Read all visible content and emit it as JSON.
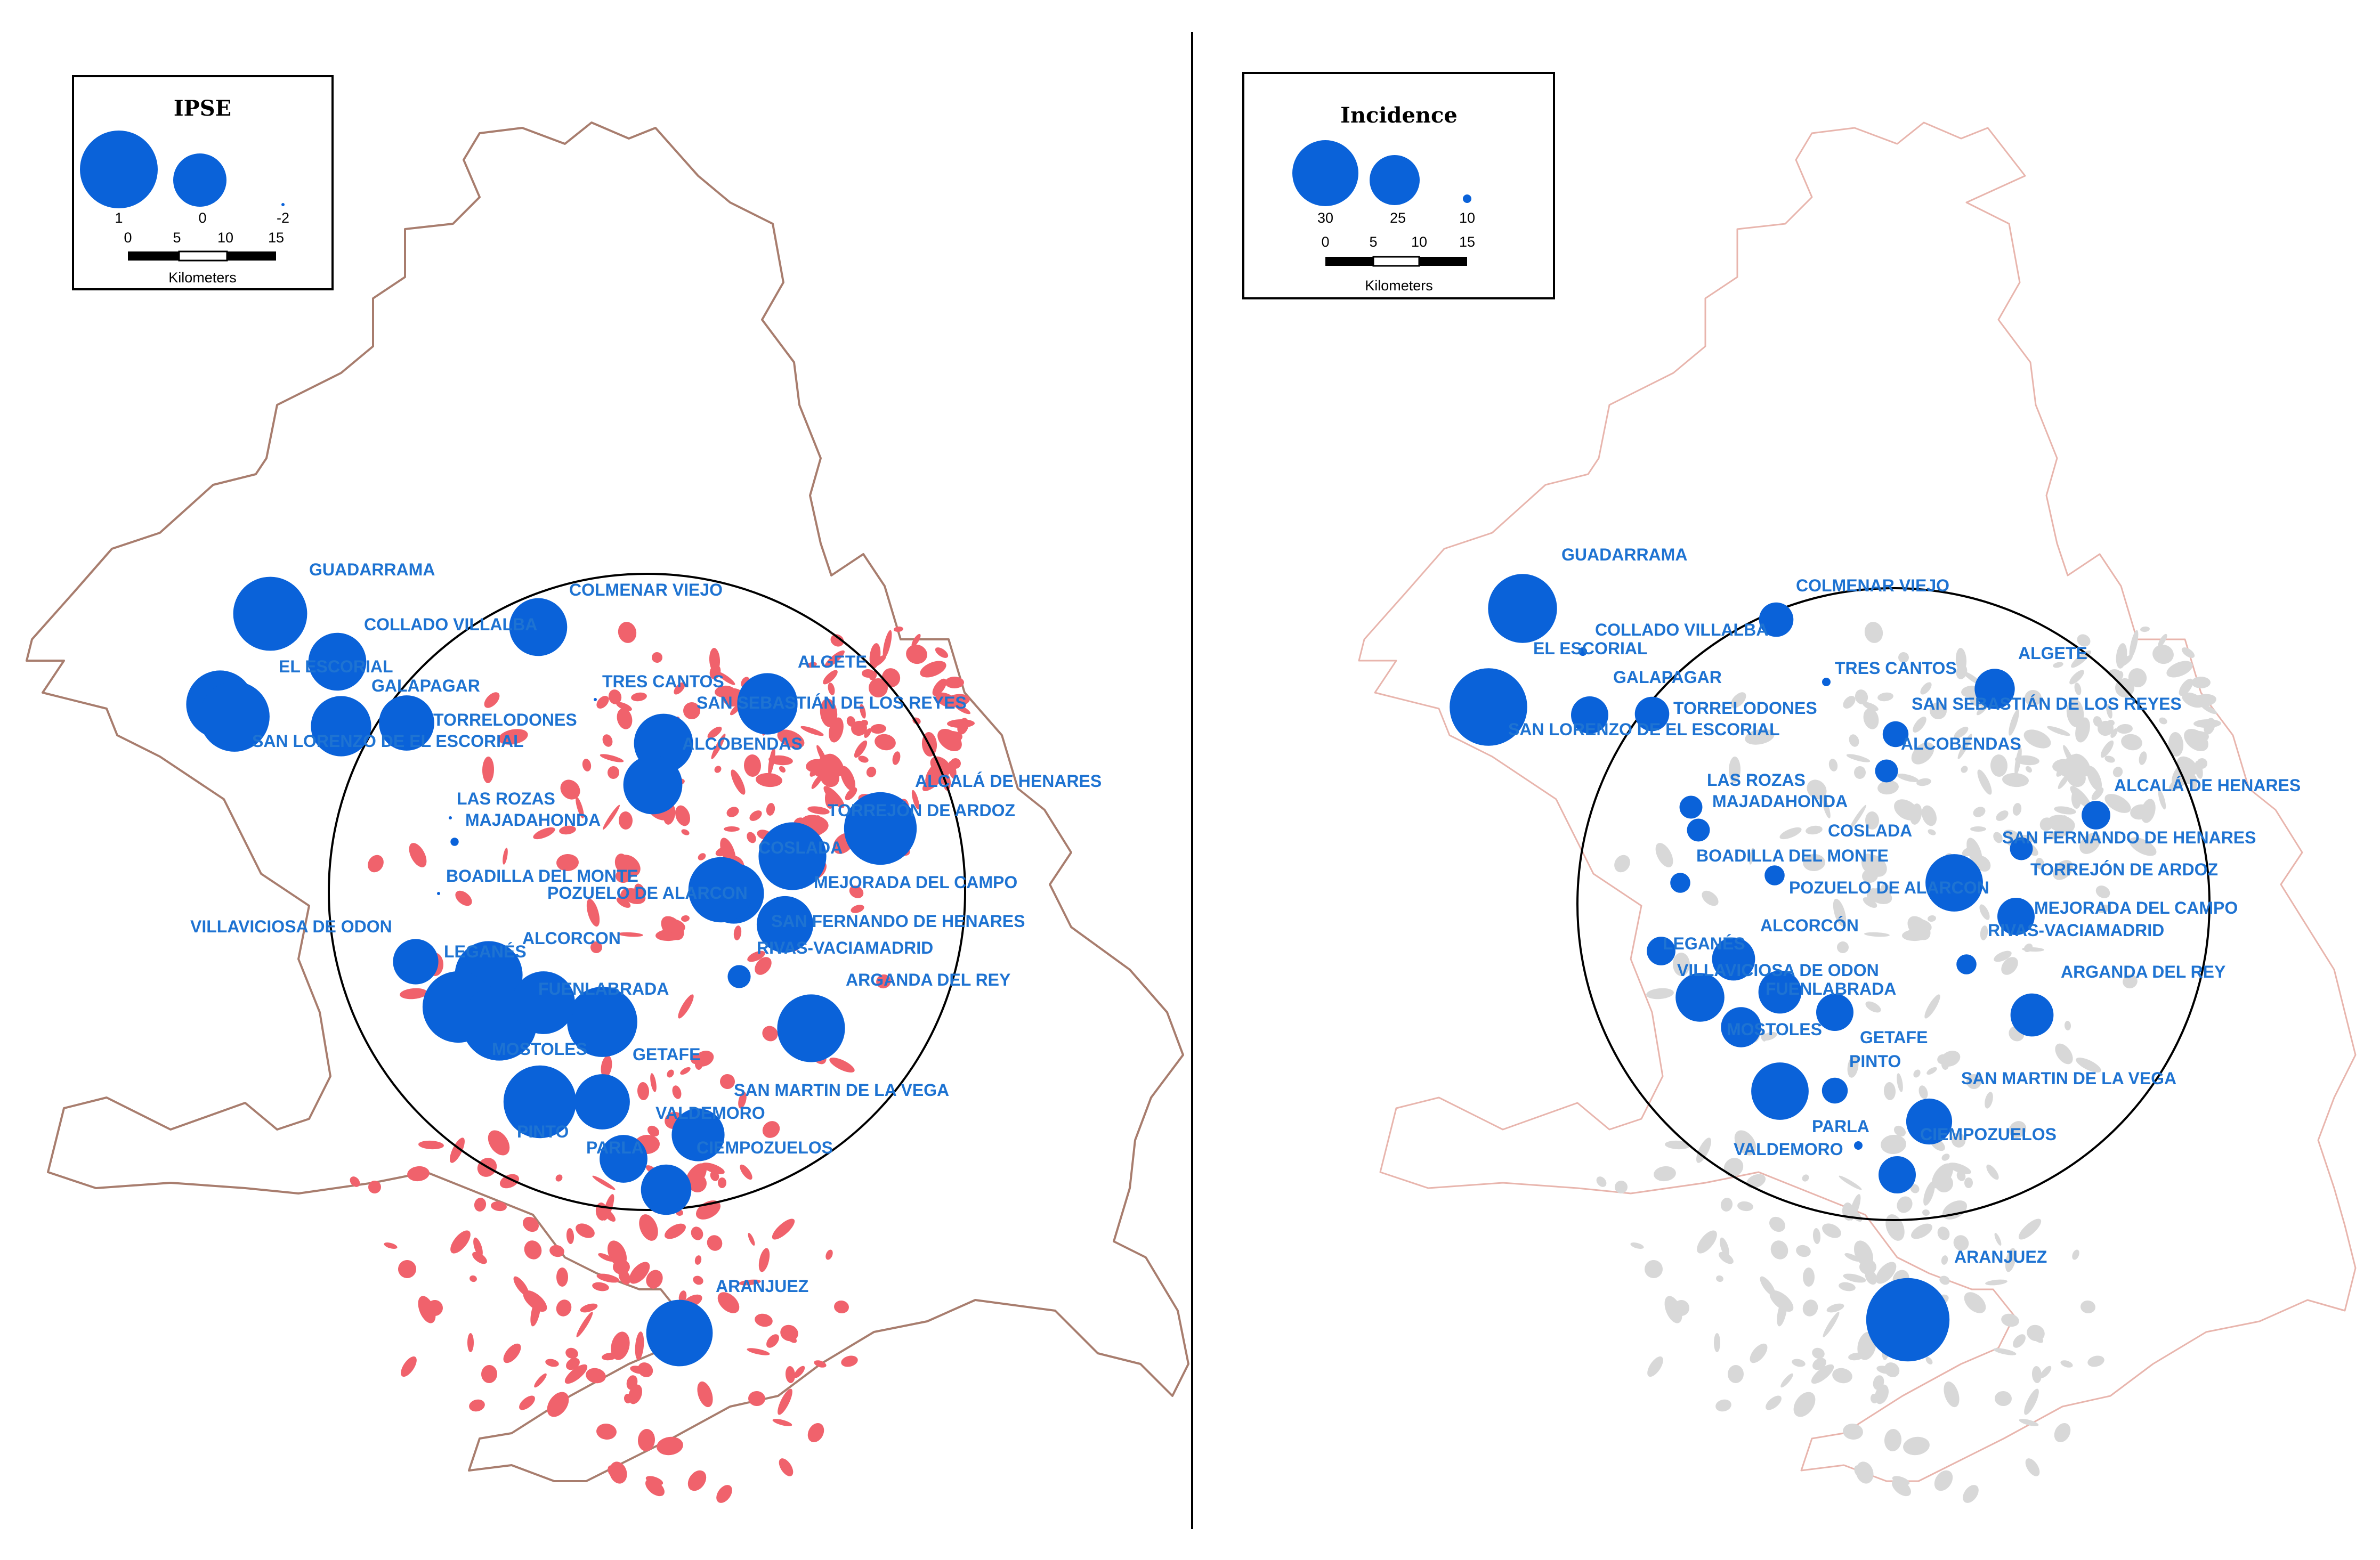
{
  "maps": [
    {
      "id": "ipse",
      "legend": {
        "title": "IPSE",
        "bubble_values": [
          "1",
          "0",
          "-2"
        ],
        "bubble_sizes": [
          1,
          0,
          -2
        ],
        "scale_ticks": [
          "0",
          "5",
          "10",
          "15"
        ],
        "scale_unit": "Kilometers"
      },
      "municipalities": [
        {
          "name": "GUADARRAMA",
          "value": 0.85
        },
        {
          "name": "COLLADO VILLALBA",
          "value": 0.2
        },
        {
          "name": "EL ESCORIAL",
          "value": 0.6
        },
        {
          "name": "GALAPAGAR",
          "value": 0.3
        },
        {
          "name": "SAN LORENZO DE EL ESCORIAL",
          "value": 0.7
        },
        {
          "name": "TORRELODONES",
          "value": 0.1
        },
        {
          "name": "COLMENAR VIEJO",
          "value": 0.2
        },
        {
          "name": "TRES CANTOS",
          "value": -2
        },
        {
          "name": "ALGETE",
          "value": 0.3
        },
        {
          "name": "SAN SEBASTIÁN DE LOS REYES",
          "value": 0.3
        },
        {
          "name": "ALCOBENDAS",
          "value": 0.25
        },
        {
          "name": "ALCALÁ DE HENARES",
          "value": 0.8
        },
        {
          "name": "TORREJÓN DE ARDOZ",
          "value": 0.25
        },
        {
          "name": "LAS ROZAS",
          "value": -2
        },
        {
          "name": "MAJADAHONDA",
          "value": -1.8
        },
        {
          "name": "BOADILLA DEL MONTE",
          "value": -2
        },
        {
          "name": "COSLADA",
          "value": 0.6
        },
        {
          "name": "MEJORADA DEL CAMPO",
          "value": 0.3
        },
        {
          "name": "POZUELO DE ALARCON",
          "value": 0.5
        },
        {
          "name": "SAN FERNANDO DE HENARES",
          "value": 0.15
        },
        {
          "name": "VILLAVICIOSA DE ODON",
          "value": -0.3
        },
        {
          "name": "RIVAS-VACIAMADRID",
          "value": -1.2
        },
        {
          "name": "ALCORCON",
          "value": 0.6
        },
        {
          "name": "LEGANÉS",
          "value": 0.75
        },
        {
          "name": "FUENLABRADA",
          "value": 0.7
        },
        {
          "name": "ARGANDA DEL REY",
          "value": 0.6
        },
        {
          "name": "MOSTOLES",
          "value": 0.9
        },
        {
          "name": "GETAFE",
          "value": 0.4
        },
        {
          "name": "SAN MARTIN DE LA VEGA",
          "value": 0.0
        },
        {
          "name": "VALDEMORO",
          "value": 0.1
        },
        {
          "name": "PINTO",
          "value": 0.8
        },
        {
          "name": "PARLA",
          "value": -0.2
        },
        {
          "name": "CIEMPOZUELOS",
          "value": -0.1
        },
        {
          "name": "ARANJUEZ",
          "value": 0.55
        }
      ]
    },
    {
      "id": "incidence",
      "legend": {
        "title": "Incidence",
        "bubble_values": [
          "30",
          "25",
          "10"
        ],
        "bubble_sizes": [
          30,
          25,
          10
        ],
        "scale_ticks": [
          "0",
          "5",
          "10",
          "15"
        ],
        "scale_unit": "Kilometers"
      },
      "municipalities": [
        {
          "name": "GUADARRAMA",
          "value": 31
        },
        {
          "name": "COLLADO VILLALBA",
          "value": 10
        },
        {
          "name": "EL ESCORIAL",
          "value": 10
        },
        {
          "name": "GALAPAGAR",
          "value": 20
        },
        {
          "name": "SAN LORENZO DE EL ESCORIAL",
          "value": 34
        },
        {
          "name": "TORRELODONES",
          "value": 19
        },
        {
          "name": "COLMENAR VIEJO",
          "value": 19
        },
        {
          "name": "TRES CANTOS",
          "value": 10
        },
        {
          "name": "ALGETE",
          "value": 21
        },
        {
          "name": "SAN SEBASTIÁN DE LOS REYES",
          "value": 16
        },
        {
          "name": "ALCOBENDAS",
          "value": 15
        },
        {
          "name": "ALCALÁ DE HENARES",
          "value": 17
        },
        {
          "name": "LAS ROZAS",
          "value": 15
        },
        {
          "name": "MAJADAHONDA",
          "value": 15
        },
        {
          "name": "COSLADA",
          "value": 14
        },
        {
          "name": "SAN FERNANDO DE HENARES",
          "value": 15
        },
        {
          "name": "BOADILLA DEL MONTE",
          "value": 14
        },
        {
          "name": "TORREJÓN DE ARDOZ",
          "value": 25
        },
        {
          "name": "POZUELO DE ALARCON",
          "value": 27
        },
        {
          "name": "MEJORADA DEL CAMPO",
          "value": 20
        },
        {
          "name": "RIVAS-VACIAMADRID",
          "value": 14
        },
        {
          "name": "ALCORCÓN",
          "value": 22
        },
        {
          "name": "LEGANÉS",
          "value": 17
        },
        {
          "name": "VILLAVICIOSA DE ODON",
          "value": 24
        },
        {
          "name": "FUENLABRADA",
          "value": 22
        },
        {
          "name": "ARGANDA DEL REY",
          "value": 22
        },
        {
          "name": "MOSTOLES",
          "value": 21
        },
        {
          "name": "GETAFE",
          "value": 20
        },
        {
          "name": "PINTO",
          "value": 16
        },
        {
          "name": "SAN MARTIN DE LA VEGA",
          "value": 23
        },
        {
          "name": "PARLA",
          "value": 27
        },
        {
          "name": "CIEMPOZUELOS",
          "value": 20
        },
        {
          "name": "VALDEMORO",
          "value": 10
        },
        {
          "name": "ARANJUEZ",
          "value": 36
        }
      ]
    }
  ],
  "colors": {
    "bubble": "#0a62d9",
    "label": "#1e73d2",
    "border": "#a87d6e",
    "urban_left": "#f0626c",
    "urban_right": "#d8d8d8"
  }
}
